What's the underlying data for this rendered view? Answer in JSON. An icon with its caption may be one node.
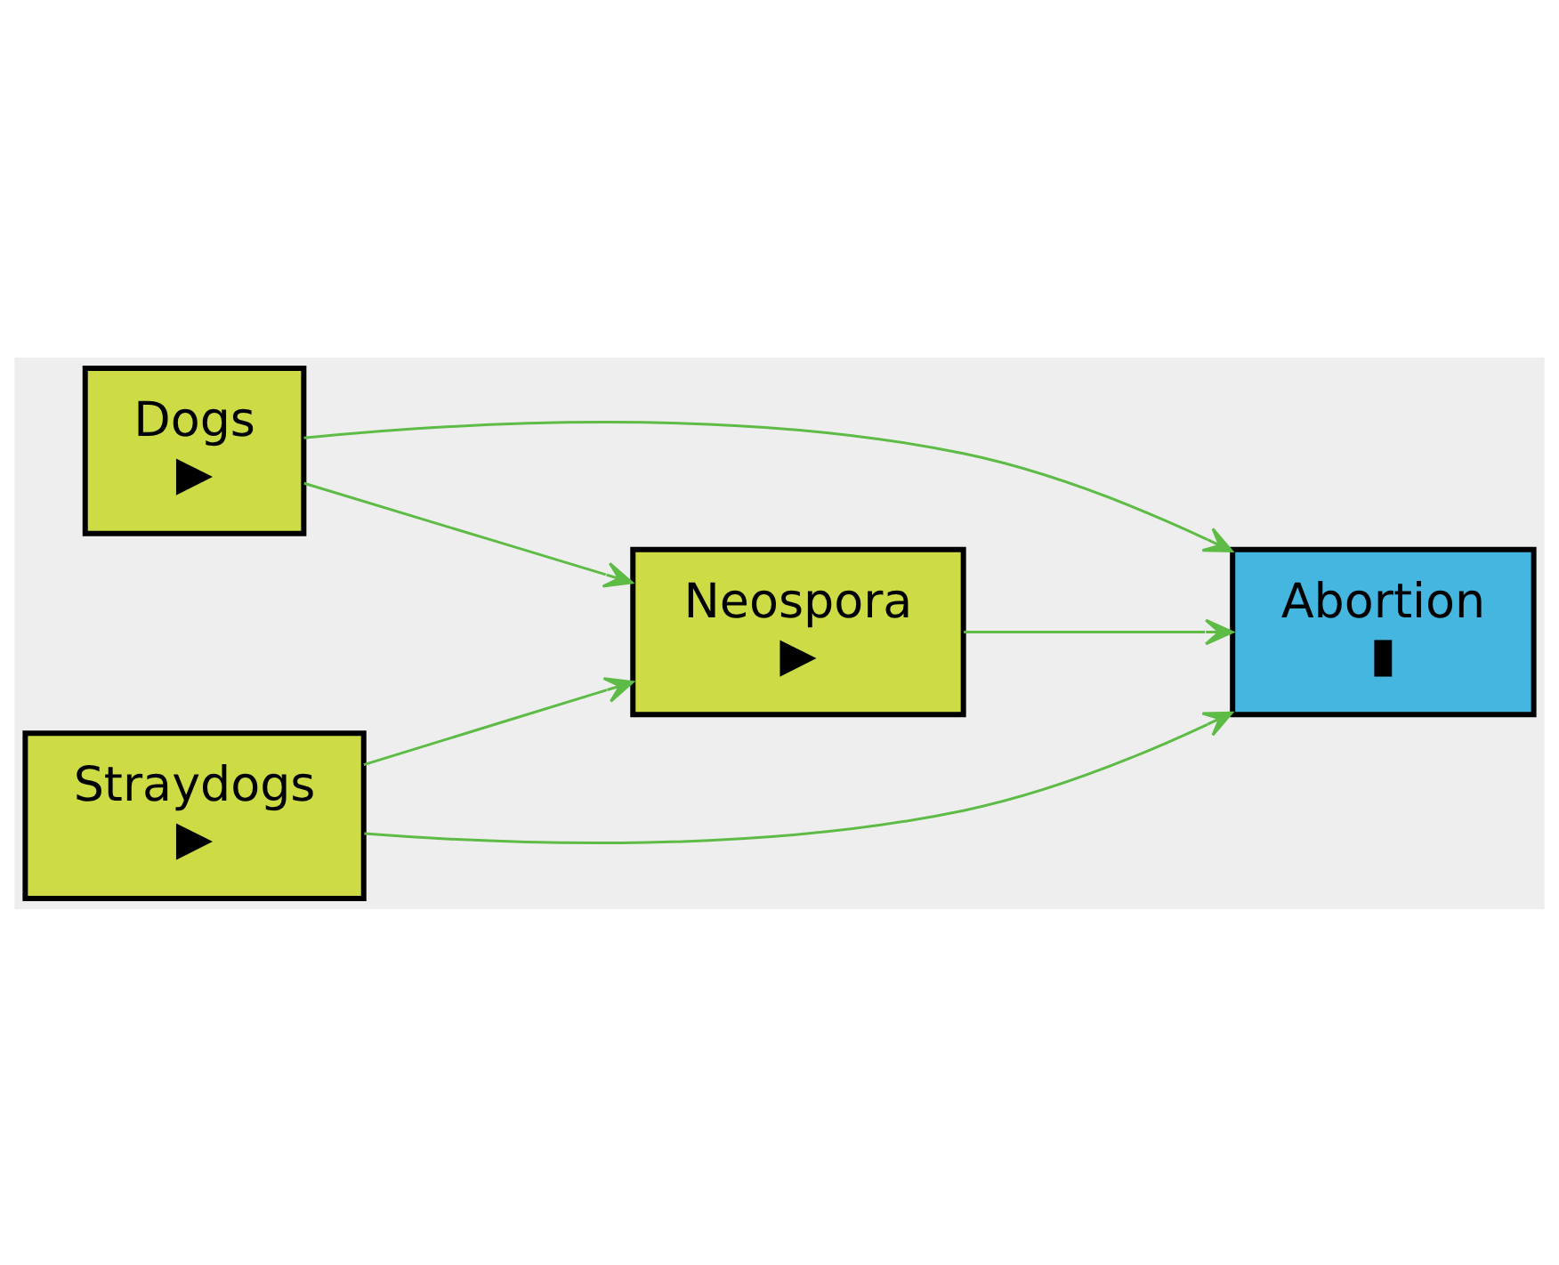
{
  "diagram": {
    "nodes": [
      {
        "text": [
          "Dogs",
          "▶"
        ]
      },
      {
        "text": [
          "Neospora",
          "▶"
        ]
      },
      {
        "text": [
          "Abortion",
          "▮"
        ]
      },
      {
        "text": [
          "Straydogs",
          "▶"
        ]
      }
    ],
    "edges": [
      {
        "from": 0,
        "to": 2,
        "arrow": "to"
      },
      {
        "from": 0,
        "to": 1,
        "arrow": "to"
      },
      {
        "from": 1,
        "to": 2,
        "arrow": "to"
      },
      {
        "from": 3,
        "to": 1,
        "arrow": "to"
      },
      {
        "from": 3,
        "to": 2,
        "arrow": "to"
      }
    ]
  }
}
